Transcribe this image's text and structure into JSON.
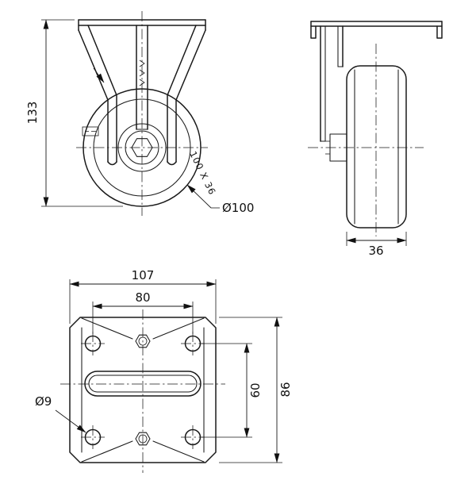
{
  "meta": {
    "background_color": "#ffffff",
    "line_color": "#1a1a1a",
    "description_colors": {
      "ink": "#111111"
    }
  },
  "views": {
    "front": {
      "dims": {
        "height": "133",
        "wheel_diameter": "Ø100"
      },
      "rim_marking": "100 X 36"
    },
    "side": {
      "dims": {
        "tread_width": "36"
      }
    },
    "plan": {
      "dims": {
        "plate_width": "107",
        "bolt_spacing_width": "80",
        "bolt_spacing_height": "60",
        "plate_height": "86",
        "hole_diameter": "Ø9"
      }
    }
  }
}
